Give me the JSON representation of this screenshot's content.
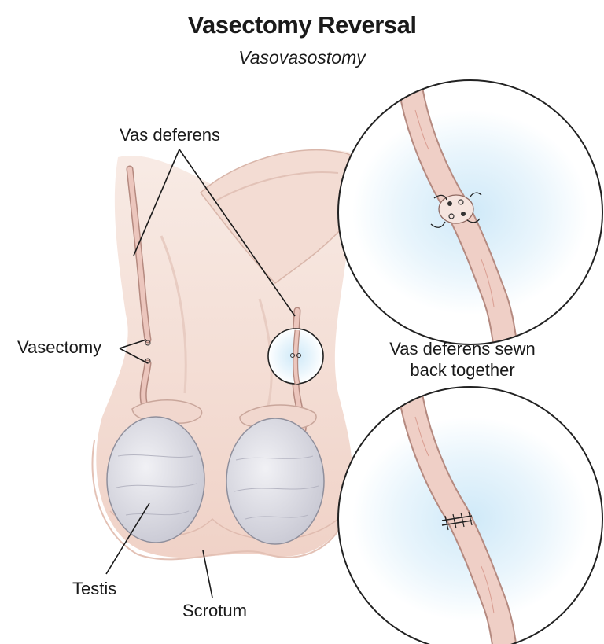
{
  "title": "Vasectomy Reversal",
  "subtitle": "Vasovasostomy",
  "labels": {
    "vas_deferens": "Vas deferens",
    "vasectomy": "Vasectomy",
    "testis": "Testis",
    "scrotum": "Scrotum"
  },
  "caption": {
    "line1": "Vas deferens sewn",
    "line2": "back together"
  },
  "colors": {
    "skin": "#f3ddd4",
    "skin_shadow": "#e6c2b6",
    "vas": "#ecc6bd",
    "vas_outline": "#b58a80",
    "testis": "#dcdce6",
    "callout_bg": "#e4f3fb",
    "line": "#1a1a1a"
  }
}
